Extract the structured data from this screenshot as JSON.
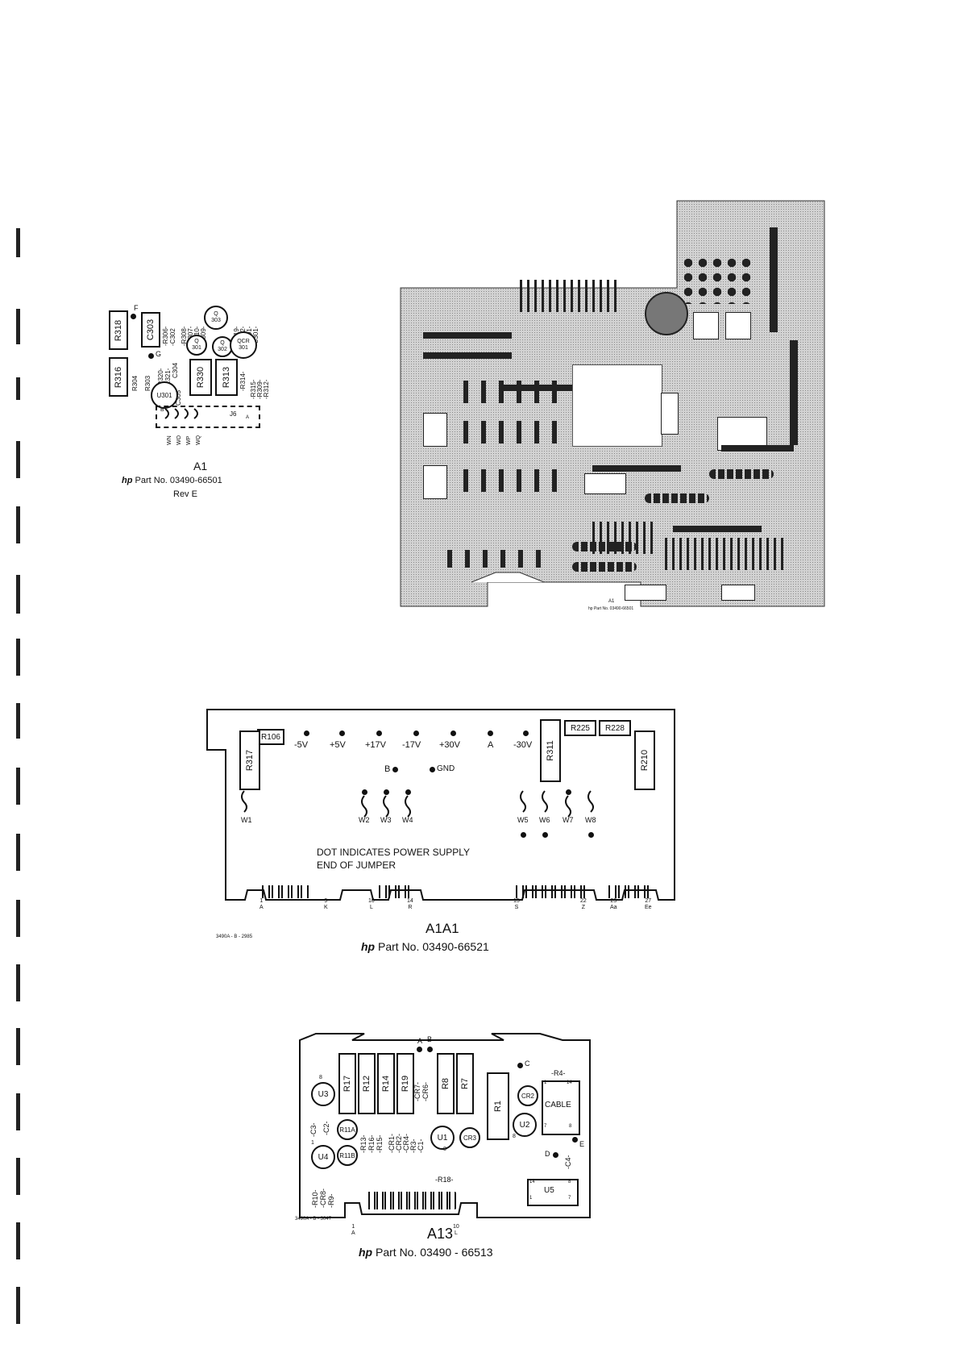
{
  "a1_small": {
    "title": "A1",
    "part_prefix": "hp",
    "part": "Part No. 03490-66501",
    "rev": "Rev  E",
    "labels": {
      "r318": "R318",
      "c303": "C303",
      "r316": "R316",
      "r304": "R304",
      "r303": "R303",
      "r320_r321": "-R320-\n-R321-",
      "r306_c302": "-R306-\n-C302",
      "c304": "C304",
      "r308_group": "-R308-\n-R307-\n-R310-\n-R309-",
      "q303": "Q\n303",
      "q301": "Q\n301",
      "q302": "Q\n302",
      "qcr301": "QCR\n301",
      "r319_group": "-R319-\n-R302-\n-R301-\n-C301-",
      "r330": "R330",
      "r313": "R313",
      "r314": "-R314-",
      "r315_group": "-R315-\n-R309-\n-R312-",
      "c305": "C305",
      "u301": "U301",
      "j6": "J6",
      "f": "F",
      "g": "G",
      "b": "B",
      "wn": "WN",
      "wo": "WO",
      "wp": "WP",
      "wq": "WQ",
      "a": "A"
    }
  },
  "a1_board": {
    "caption": "A1",
    "part": "hp Part No. 03490-66501"
  },
  "a1a1": {
    "title": "A1A1",
    "part_prefix": "hp",
    "part": "Part No. 03490-66521",
    "drawing_no": "3490A - B - 2985",
    "resistors": [
      "R106",
      "R317",
      "R311",
      "R225",
      "R228",
      "R210"
    ],
    "supplies": [
      "-5V",
      "+5V",
      "+17V",
      "-17V",
      "+30V",
      "A",
      "-30V"
    ],
    "b": "B",
    "gnd": "GND",
    "jumpers": [
      "W1",
      "W2",
      "W3",
      "W4",
      "W5",
      "W6",
      "W7",
      "W8"
    ],
    "note_line1": "DOT  INDICATES  POWER  SUPPLY",
    "note_line2": "END  OF  JUMPER",
    "pins": [
      {
        "num": "1",
        "letter": "A"
      },
      {
        "num": "9",
        "letter": "K"
      },
      {
        "num": "10",
        "letter": "L"
      },
      {
        "num": "14",
        "letter": "R"
      },
      {
        "num": "15",
        "letter": "S"
      },
      {
        "num": "22",
        "letter": "Z"
      },
      {
        "num": "23",
        "letter": "Aa"
      },
      {
        "num": "27",
        "letter": "Ee"
      }
    ]
  },
  "a13": {
    "title": "A13",
    "part_prefix": "hp",
    "part": "Part No. 03490 - 66513",
    "drawing_no": "3490A - B - 3047",
    "resistors": [
      "R17",
      "R12",
      "R14",
      "R19",
      "R8",
      "R7",
      "R1"
    ],
    "ics": [
      "U3",
      "U4",
      "U1",
      "U2",
      "U5"
    ],
    "r11a": "R11A",
    "r11b": "R11B",
    "cr2": "CR2",
    "cr3": "CR3",
    "cr7_cr6": "-CR7-\n-CR6-",
    "c3": "-C3-",
    "c2": "-C2-",
    "r13_group": "-R13-\n-R16-\n-R15-",
    "cr_group": "-CR1-\n-CR2-\n-CR4-\n-R3-\n-C1-",
    "r4": "-R4-",
    "cable": "CABLE",
    "c": "C",
    "d": "D",
    "e": "E",
    "a": "A",
    "b": "B",
    "c4": "-C4-",
    "r18": "-R18-",
    "r10_group": "-R10-\n-CR8-\n-R9-",
    "pin_a_num": "1",
    "pin_a": "A",
    "pin_l_num": "10",
    "pin_l": "L",
    "pin_nums": {
      "u3": "8",
      "u4": "1",
      "u1": "8",
      "u2": "8",
      "cable_tl": "1",
      "cable_tr": "14",
      "cable_bl": "7",
      "cable_br": "8",
      "u5_tl": "14",
      "u5_tr": "8",
      "u5_bl": "1",
      "u5_br": "7"
    }
  }
}
